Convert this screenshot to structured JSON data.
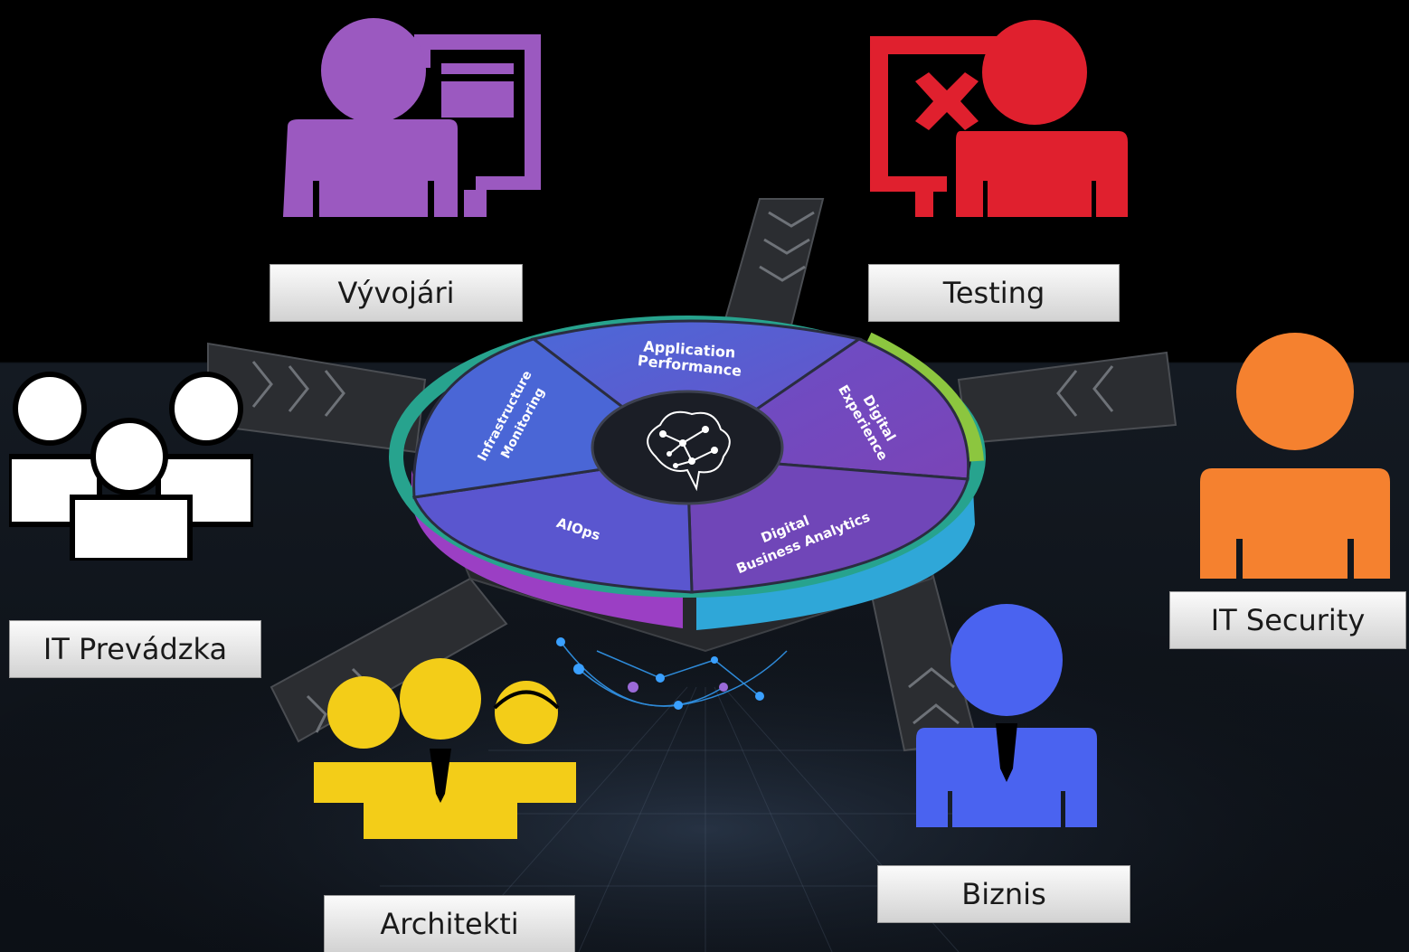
{
  "roles": {
    "developers": "Vývojári",
    "testing": "Testing",
    "it_operations": "IT Prevádzka",
    "it_security": "IT Security",
    "architects": "Architekti",
    "business": "Biznis"
  },
  "wheel": {
    "segments": [
      {
        "line1": "Application",
        "line2": "Performance"
      },
      {
        "line1": "Digital",
        "line2": "Experience"
      },
      {
        "line1": "Digital",
        "line2": "Business Analytics"
      },
      {
        "line1": "AIOps",
        "line2": ""
      },
      {
        "line1": "Infrastructure",
        "line2": "Monitoring"
      }
    ]
  },
  "colors": {
    "developers": "#9b59c0",
    "testing": "#e0202e",
    "it_operations": "#ffffff",
    "it_security": "#f5812f",
    "architects": "#f3cd18",
    "business": "#4a63f0"
  },
  "icons": {
    "developers": "user-with-monitor-icon",
    "testing": "user-with-error-monitor-icon",
    "it_operations": "user-group-icon",
    "it_security": "user-icon",
    "architects": "team-icon",
    "business": "businessman-icon",
    "center": "ai-brain-icon"
  }
}
